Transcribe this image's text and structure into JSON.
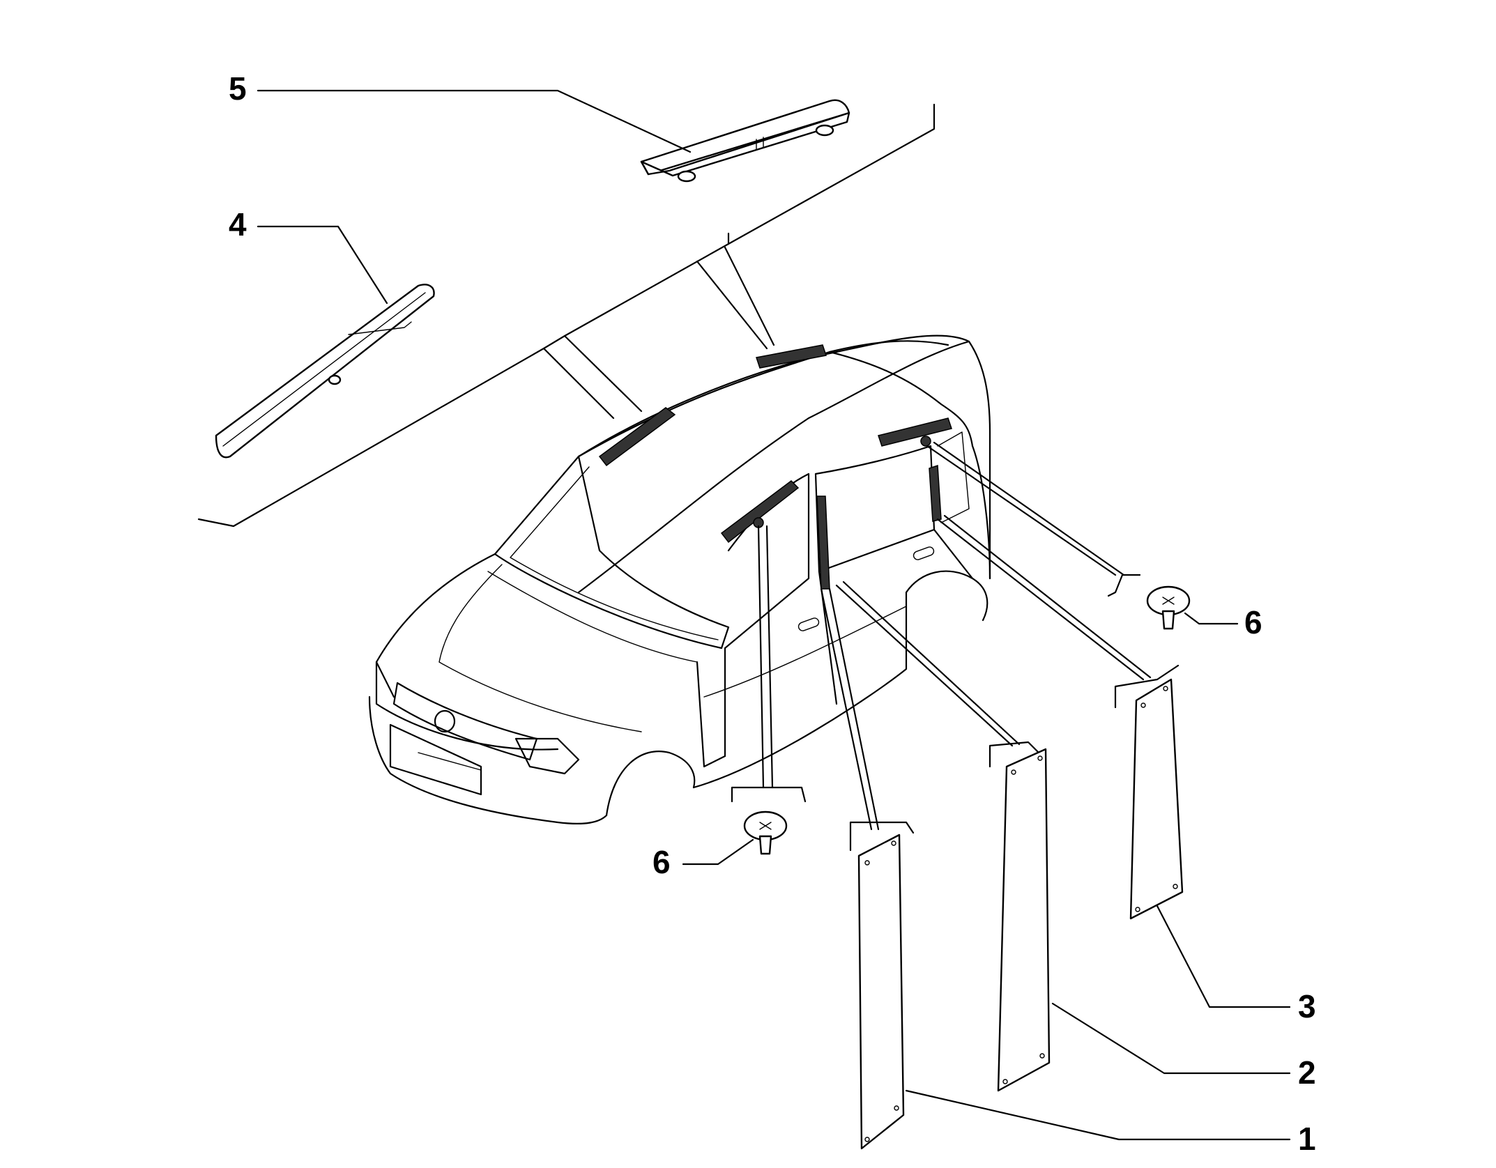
{
  "diagram": {
    "callouts": [
      {
        "id": "1",
        "text": "1"
      },
      {
        "id": "2",
        "text": "2"
      },
      {
        "id": "3",
        "text": "3"
      },
      {
        "id": "4",
        "text": "4"
      },
      {
        "id": "5",
        "text": "5"
      },
      {
        "id": "6a",
        "text": "6"
      },
      {
        "id": "6b",
        "text": "6"
      }
    ]
  }
}
